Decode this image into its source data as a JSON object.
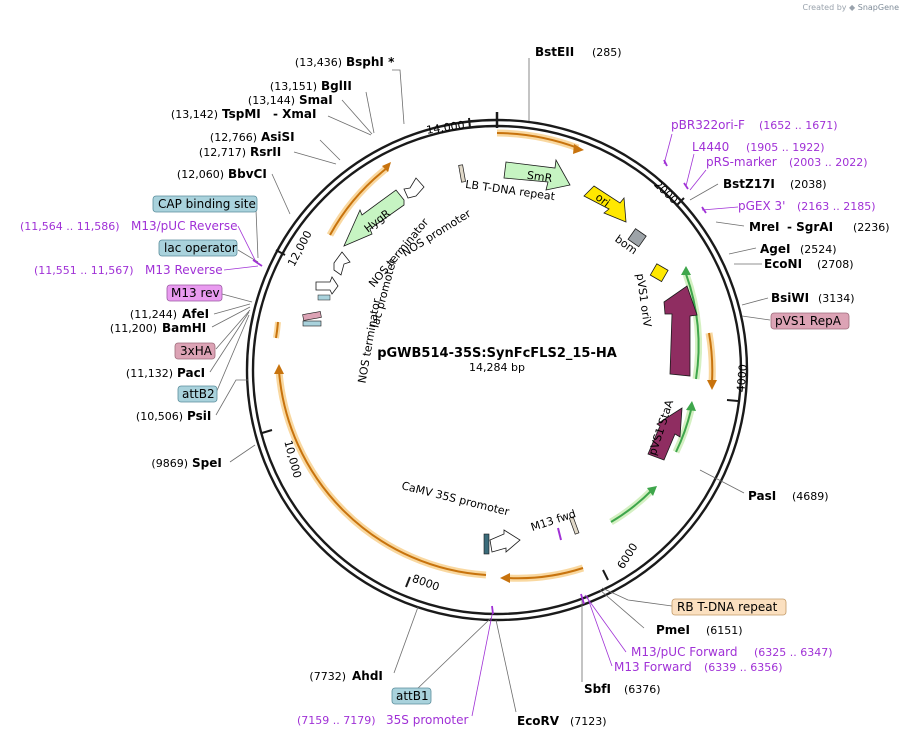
{
  "header": {
    "credit_prefix": "Created by",
    "credit_brand": "SnapGene"
  },
  "plasmid": {
    "name": "pGWB514-35S:SynFcFLS2_15-HA",
    "size_label": "14,284 bp",
    "length_bp": 14284
  },
  "colors": {
    "backbone": "#1a1a1a",
    "cut_site": "#1a1a1a",
    "primer": "#a031d6",
    "arrow_orange": "#c8730d",
    "arrow_orange_halo": "#f9d8a0",
    "arrow_green": "#3ea64b",
    "arrow_green_halo": "#d4f0c2",
    "feature_blue_fill": "#a9d2dc",
    "feature_pink_fill": "#dca3b5",
    "feature_peach_fill": "#fbe0c0",
    "feature_violet_fill": "#e99bf0",
    "repa_fill": "#8f2d61",
    "ori_fill": "#ffe800",
    "smr_fill": "#c6f4c2",
    "hygr_fill": "#c6f4c2",
    "bom_fill": "#9da3a8",
    "promoter_fill": "#ffffff",
    "lb_fill": "#e0d8c8"
  },
  "ticks": [
    "2000",
    "4000",
    "6000",
    "8000",
    "10,000",
    "12,000",
    "14,000"
  ],
  "enzymes": [
    {
      "pos": "(13,436)",
      "name": "BsphI *"
    },
    {
      "pos": "(13,151)",
      "name": "BglII"
    },
    {
      "pos": "(13,144)",
      "name": "SmaI"
    },
    {
      "pos": "(13,142)",
      "name": "TspMI",
      "name2": "- XmaI"
    },
    {
      "pos": "(12,766)",
      "name": "AsiSI"
    },
    {
      "pos": "(12,717)",
      "name": "RsrII"
    },
    {
      "pos": "(12,060)",
      "name": "BbvCI"
    },
    {
      "pos": "(11,244)",
      "name": "AfeI"
    },
    {
      "pos": "(11,200)",
      "name": "BamHI"
    },
    {
      "pos": "(11,132)",
      "name": "PacI"
    },
    {
      "pos": "(10,506)",
      "name": "PsiI"
    },
    {
      "pos": "(9869)",
      "name": "SpeI"
    },
    {
      "pos": "(7732)",
      "name": "AhdI"
    },
    {
      "pos": "(7123)",
      "name": "EcoRV"
    },
    {
      "pos": "(6376)",
      "name": "SbfI"
    },
    {
      "pos": "(6151)",
      "name": "PmeI"
    },
    {
      "pos": "(4689)",
      "name": "PasI"
    },
    {
      "pos": "(3134)",
      "name": "BsiWI"
    },
    {
      "pos": "(2708)",
      "name": "EcoNI"
    },
    {
      "pos": "(2524)",
      "name": "AgeI"
    },
    {
      "pos": "(2236)",
      "name": "MreI",
      "name2": "- SgrAI"
    },
    {
      "pos": "(2038)",
      "name": "BstZ17I"
    },
    {
      "pos": "(285)",
      "name": "BstEII"
    }
  ],
  "primers": [
    {
      "name": "pBR322ori-F",
      "range": "(1652 .. 1671)"
    },
    {
      "name": "L4440",
      "range": "(1905 .. 1922)"
    },
    {
      "name": "pRS-marker",
      "range": "(2003 .. 2022)"
    },
    {
      "name": "pGEX 3'",
      "range": "(2163 .. 2185)"
    },
    {
      "name": "M13/pUC Reverse",
      "range": "(11,564 .. 11,586)"
    },
    {
      "name": "M13 Reverse",
      "range": "(11,551 .. 11,567)"
    },
    {
      "name": "M13/pUC Forward",
      "range": "(6325 .. 6347)"
    },
    {
      "name": "M13 Forward",
      "range": "(6339 .. 6356)"
    },
    {
      "name": "35S promoter",
      "range": "(7159 .. 7179)"
    }
  ],
  "boxed_features": [
    {
      "label": "CAP binding site"
    },
    {
      "label": "lac operator"
    },
    {
      "label": "M13 rev"
    },
    {
      "label": "3xHA"
    },
    {
      "label": "attB2"
    },
    {
      "label": "attB1"
    },
    {
      "label": "pVS1 RepA"
    },
    {
      "label": "RB T-DNA repeat"
    }
  ],
  "inner_labels": {
    "smr": "SmR",
    "ori": "ori",
    "bom": "bom",
    "pvs1_oriv": "pVS1 oriV",
    "pvs1_staa": "pVS1 StaA",
    "hygr": "HygR",
    "lb": "LB T-DNA repeat",
    "nos_prom": "NOS promoter",
    "nos_term_1": "NOS terminator",
    "nos_term_2": "NOS terminator",
    "lac_prom": "lac promoter",
    "camv": "CaMV 35S promoter",
    "m13fwd": "M13 fwd"
  }
}
